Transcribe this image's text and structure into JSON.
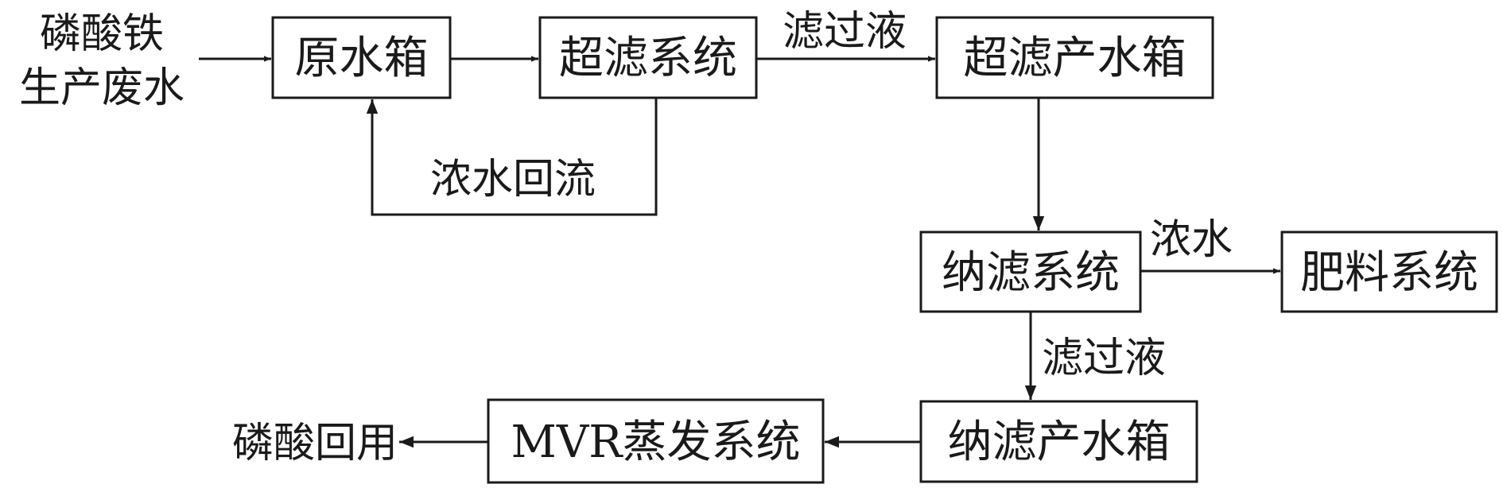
{
  "source": {
    "line1": "磷酸铁",
    "line2": "生产废水"
  },
  "nodes": {
    "raw_tank": "原水箱",
    "uf_system": "超滤系统",
    "uf_product_tank": "超滤产水箱",
    "nf_system": "纳滤系统",
    "fertilizer_system": "肥料系统",
    "nf_product_tank": "纳滤产水箱",
    "mvr_system": "MVR蒸发系统"
  },
  "edges": {
    "uf_filtrate": "滤过液",
    "concentrate_reflux": "浓水回流",
    "nf_concentrate": "浓水",
    "nf_filtrate": "滤过液"
  },
  "output": "磷酸回用"
}
